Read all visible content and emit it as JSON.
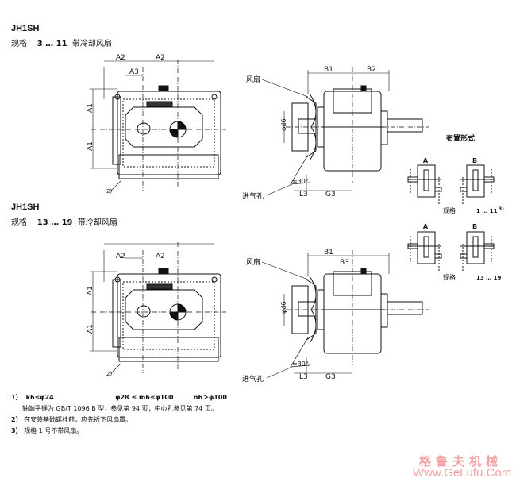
{
  "sections": [
    {
      "model": "JH1SH",
      "spec_label": "规格",
      "range": "3 … 11",
      "desc": "带冷却风扇"
    },
    {
      "model": "JH1SH",
      "spec_label": "规格",
      "range": "13 … 19",
      "desc": "带冷却风扇"
    }
  ],
  "drawing_labels": {
    "a1": "A1",
    "a2": "A2",
    "a3": "A3",
    "b1": "B1",
    "b2": "B2",
    "b3": "B3",
    "g3": "G3",
    "l3": "L3",
    "d6": "φd6",
    "angle": "≈30°",
    "fan": "风扇",
    "inlet": "进气孔",
    "note2_ref": "2)"
  },
  "arrangement": {
    "title": "布置形式",
    "a": "A",
    "b": "B",
    "row1_spec": "规格",
    "row1_range": "1 … 11",
    "row1_note": "3)",
    "row2_spec": "规格",
    "row2_range": "13 … 19"
  },
  "notes": {
    "n1_num": "1）",
    "n1_k": "k6≤φ24",
    "n1_m": "φ28 ≤ m6≤φ100",
    "n1_n": "n6＞φ100",
    "n1_text": "轴端平键为 GB/T 1096 B 型，参见第 94 页；中心孔参见第 74 页。",
    "n2_num": "2）",
    "n2_text": "在安装基础螺栓前，应先拆下风扇罩。",
    "n3_num": "3）",
    "n3_text": "规格  1 号不带风扇。"
  },
  "watermark": {
    "cn": "格鲁夫机械",
    "url": "Www.GeLufu.Com"
  }
}
